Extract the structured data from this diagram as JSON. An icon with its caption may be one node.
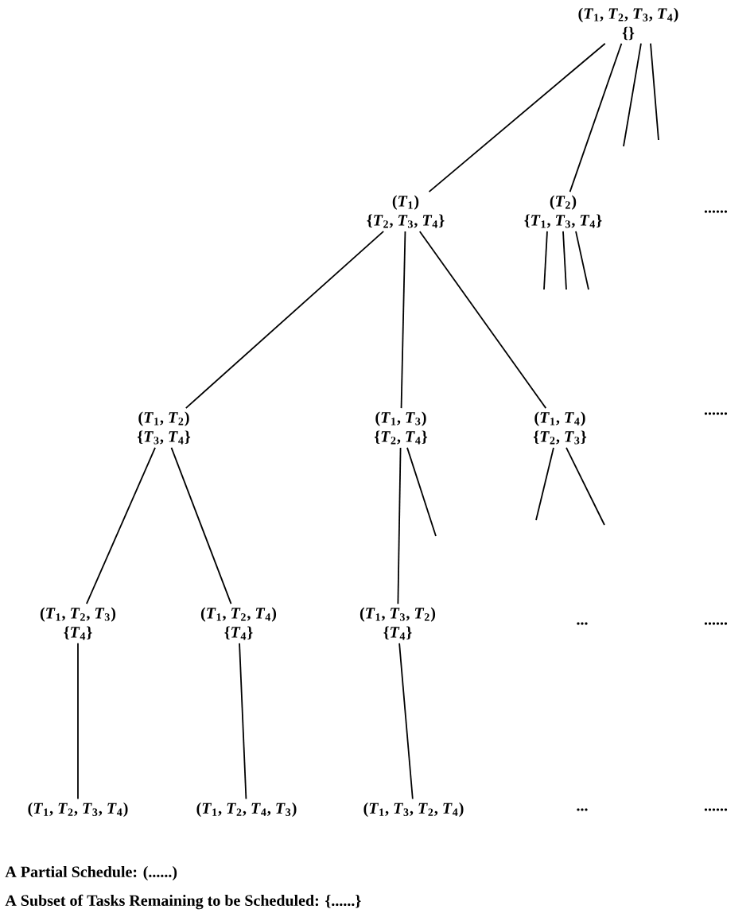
{
  "diagram": {
    "nodes": [
      {
        "text": [
          "(*T*$_{1}$, *T*$_{2}$, *T*$_{3}$, *T*$_{4}$)",
          "{}"
        ]
      },
      {
        "text": [
          "(*T*$_{1}$)",
          "{*T*$_{2}$, *T*$_{3}$, *T*$_{4}$}"
        ]
      },
      {
        "text": [
          "(*T*$_{2}$)",
          "{*T*$_{1}$, *T*$_{3}$, *T*$_{4}$}"
        ]
      },
      {
        "text": [
          "(*T*$_{1}$, *T*$_{2}$)",
          "{*T*$_{3}$, *T*$_{4}$}"
        ]
      },
      {
        "text": [
          "(*T*$_{1}$, *T*$_{3}$)",
          "{*T*$_{2}$, *T*$_{4}$}"
        ]
      },
      {
        "text": [
          "(*T*$_{1}$, *T*$_{4}$)",
          "{*T*$_{2}$, *T*$_{3}$}"
        ]
      },
      {
        "text": [
          "(*T*$_{1}$, *T*$_{2}$, *T*$_{3}$)",
          "{*T*$_{4}$}"
        ]
      },
      {
        "text": [
          "(*T*$_{1}$, *T*$_{2}$, *T*$_{4}$)",
          "{*T*$_{4}$}"
        ]
      },
      {
        "text": [
          "(*T*$_{1}$, *T*$_{3}$, *T*$_{2}$)",
          "{*T*$_{4}$}"
        ]
      },
      {
        "text": [
          "(*T*$_{1}$, *T*$_{2}$, *T*$_{3}$, *T*$_{4}$)"
        ]
      },
      {
        "text": [
          "(*T*$_{1}$, *T*$_{2}$, *T*$_{4}$, *T*$_{3}$)"
        ]
      },
      {
        "text": [
          "(*T*$_{1}$, *T*$_{3}$, *T*$_{2}$, *T*$_{4}$)"
        ]
      }
    ],
    "edges": [
      {
        "from": 0,
        "to": 1,
        "arrow": "none"
      },
      {
        "from": 0,
        "to": 2,
        "arrow": "none"
      },
      {
        "from": 0,
        "to": null,
        "arrow": "none"
      },
      {
        "from": 0,
        "to": null,
        "arrow": "none"
      },
      {
        "from": 1,
        "to": 3,
        "arrow": "none"
      },
      {
        "from": 1,
        "to": 4,
        "arrow": "none"
      },
      {
        "from": 1,
        "to": 5,
        "arrow": "none"
      },
      {
        "from": 2,
        "to": null,
        "arrow": "none"
      },
      {
        "from": 2,
        "to": null,
        "arrow": "none"
      },
      {
        "from": 2,
        "to": null,
        "arrow": "none"
      },
      {
        "from": 3,
        "to": 6,
        "arrow": "none"
      },
      {
        "from": 3,
        "to": 7,
        "arrow": "none"
      },
      {
        "from": 4,
        "to": 8,
        "arrow": "none"
      },
      {
        "from": 4,
        "to": null,
        "arrow": "none"
      },
      {
        "from": 5,
        "to": null,
        "arrow": "none"
      },
      {
        "from": 5,
        "to": null,
        "arrow": "none"
      },
      {
        "from": 6,
        "to": 9,
        "arrow": "none"
      },
      {
        "from": 7,
        "to": 10,
        "arrow": "none"
      },
      {
        "from": 8,
        "to": 11,
        "arrow": "none"
      }
    ],
    "labels": [
      "......",
      "......",
      "...",
      "......",
      "...",
      "......",
      "A Partial Schedule: (......)",
      "A Subset of Tasks Remaining to be Scheduled: {......}"
    ]
  }
}
